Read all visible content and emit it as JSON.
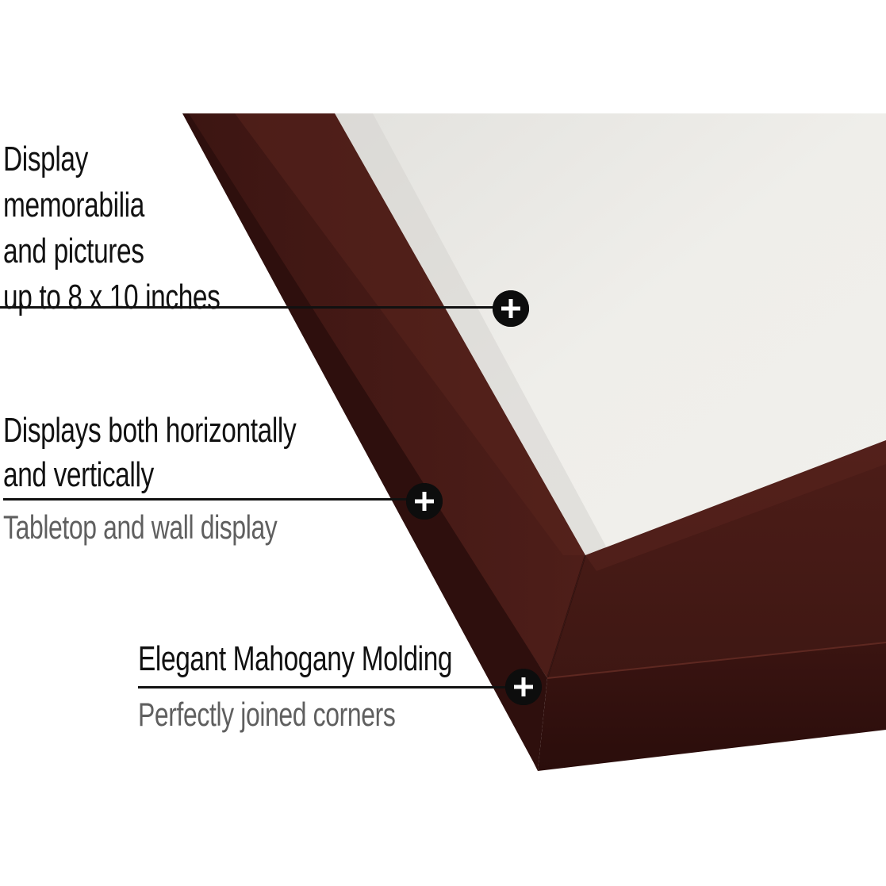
{
  "callouts": [
    {
      "heading": "Display\nmemorabilia\nand pictures\nup to 8 x 10 inches",
      "subtext": ""
    },
    {
      "heading": "Displays both horizontally\nand vertically",
      "subtext": "Tabletop and wall display"
    },
    {
      "heading": "Elegant Mahogany Molding",
      "subtext": "Perfectly joined corners"
    }
  ],
  "icons": {
    "marker": "plus-circle-icon"
  },
  "colors": {
    "frame_face": "#4a1c17",
    "frame_side": "#3a1411",
    "frame_dark": "#2e0f0d",
    "mat": "#ecebe7",
    "text": "#111111",
    "subtext": "#5f5f5f",
    "marker": "#0d0d0d"
  }
}
